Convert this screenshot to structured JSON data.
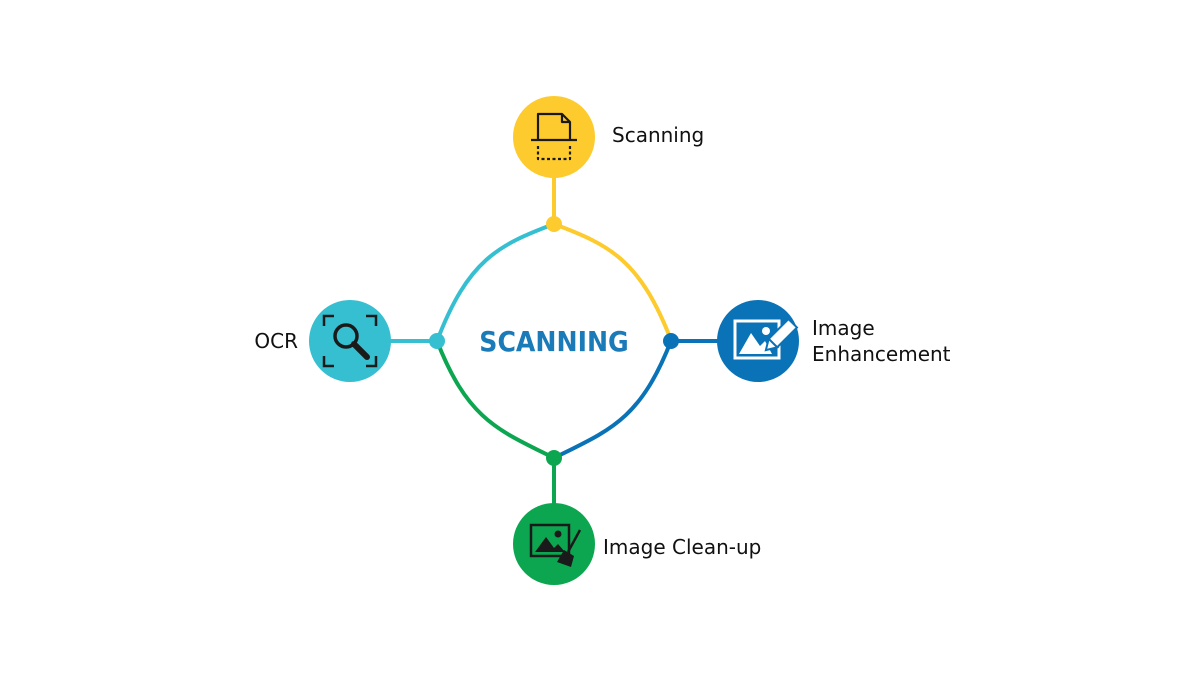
{
  "center": {
    "title": "SCANNING",
    "color": "#1A7BB8"
  },
  "colors": {
    "yellow": "#FDCB2E",
    "cyan": "#35BFD0",
    "blue": "#0A72B6",
    "green": "#0CA650",
    "label": "#111111"
  },
  "nodes": {
    "scanning": {
      "label": "Scanning",
      "icon": "document-scan-icon",
      "color": "#FDCB2E"
    },
    "enhancement": {
      "label_line1": "Image",
      "label_line2": "Enhancement",
      "icon": "image-edit-icon",
      "color": "#0A72B6"
    },
    "cleanup": {
      "label": "Image Clean-up",
      "icon": "image-broom-icon",
      "color": "#0CA650"
    },
    "ocr": {
      "label": "OCR",
      "icon": "magnifier-scan-icon",
      "color": "#35BFD0"
    }
  }
}
